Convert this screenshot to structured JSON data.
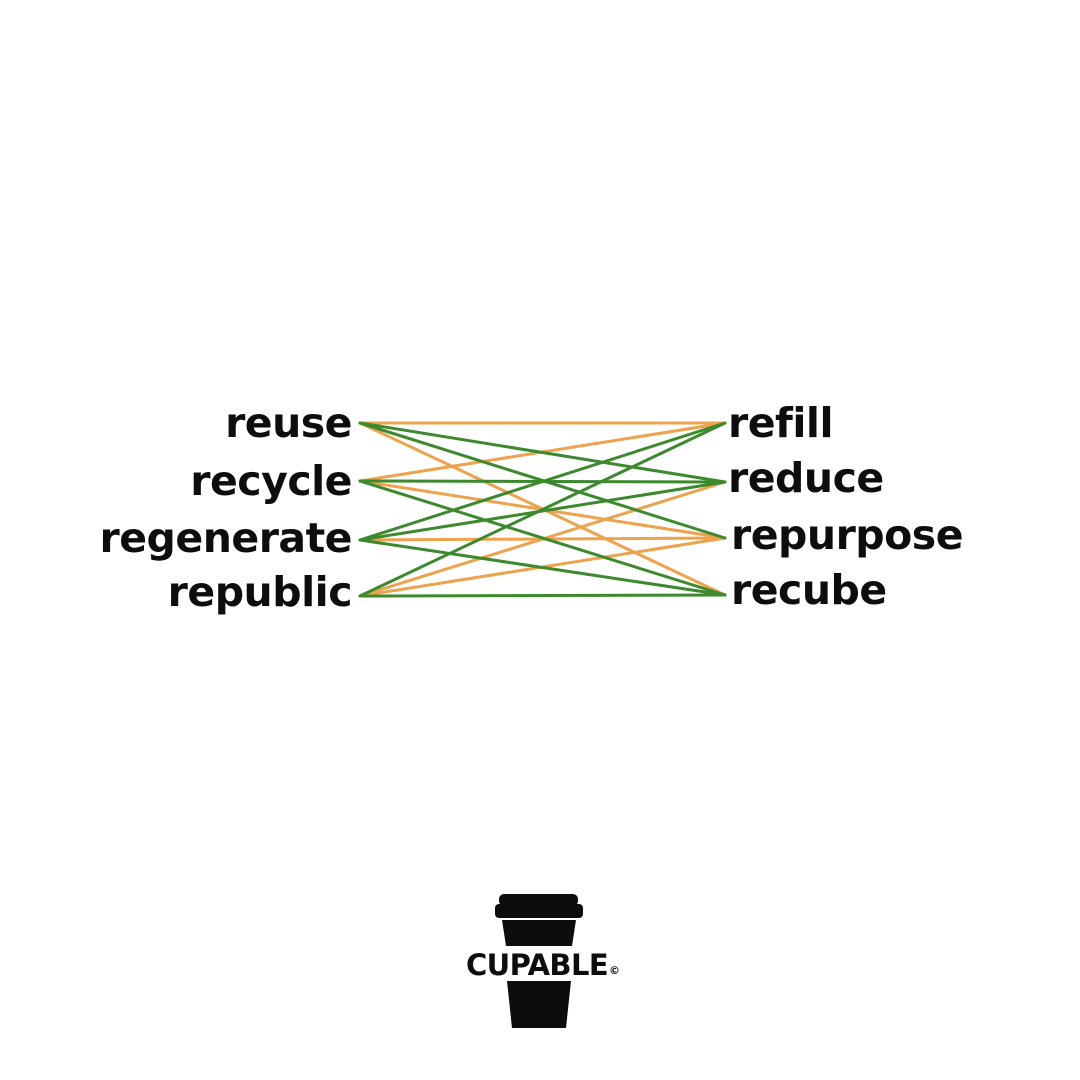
{
  "diagram": {
    "left_words": [
      "reuse",
      "recycle",
      "regenerate",
      "republic"
    ],
    "right_words": [
      "refill",
      "reduce",
      "repurpose",
      "recube"
    ],
    "colors": {
      "text": "#0d0d0d",
      "orange": "#eea24b",
      "green": "#3d8a2e",
      "background": "#ffffff"
    },
    "connections": [
      {
        "from": 0,
        "to": 0,
        "color": "orange"
      },
      {
        "from": 0,
        "to": 1,
        "color": "green"
      },
      {
        "from": 0,
        "to": 2,
        "color": "green"
      },
      {
        "from": 0,
        "to": 3,
        "color": "orange"
      },
      {
        "from": 1,
        "to": 0,
        "color": "orange"
      },
      {
        "from": 1,
        "to": 1,
        "color": "green"
      },
      {
        "from": 1,
        "to": 2,
        "color": "orange"
      },
      {
        "from": 1,
        "to": 3,
        "color": "green"
      },
      {
        "from": 2,
        "to": 0,
        "color": "green"
      },
      {
        "from": 2,
        "to": 1,
        "color": "green"
      },
      {
        "from": 2,
        "to": 2,
        "color": "orange"
      },
      {
        "from": 2,
        "to": 3,
        "color": "green"
      },
      {
        "from": 3,
        "to": 0,
        "color": "green"
      },
      {
        "from": 3,
        "to": 1,
        "color": "orange"
      },
      {
        "from": 3,
        "to": 2,
        "color": "orange"
      },
      {
        "from": 3,
        "to": 3,
        "color": "green"
      }
    ]
  },
  "logo": {
    "text": "CUPABLE",
    "icon": "coffee-cup-icon",
    "mark": "©"
  }
}
